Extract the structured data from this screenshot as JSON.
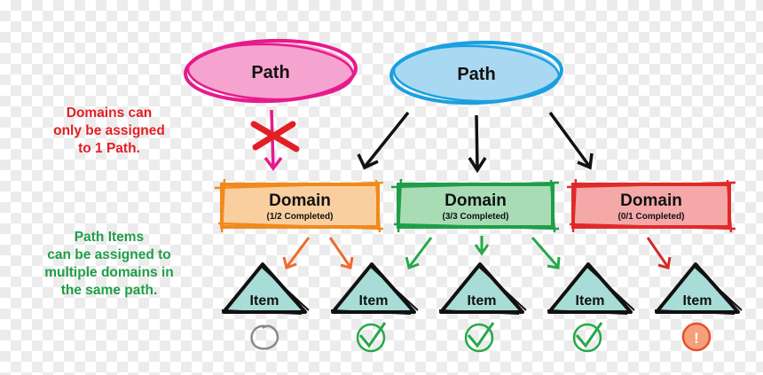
{
  "paths": [
    {
      "label": "Path",
      "color": "#e8198b",
      "fill": "#f5a3cf"
    },
    {
      "label": "Path",
      "color": "#1aa0e0",
      "fill": "#a9d9f2"
    }
  ],
  "domains": [
    {
      "title": "Domain",
      "subtitle": "(1/2 Completed)",
      "color": "#f08a1c",
      "fill": "#f9cfa0"
    },
    {
      "title": "Domain",
      "subtitle": "(3/3 Completed)",
      "color": "#1f9e49",
      "fill": "#a8dcb5"
    },
    {
      "title": "Domain",
      "subtitle": "(0/1 Completed)",
      "color": "#e02a2a",
      "fill": "#f4a8a8"
    }
  ],
  "items": [
    {
      "label": "Item",
      "status": "incomplete"
    },
    {
      "label": "Item",
      "status": "complete"
    },
    {
      "label": "Item",
      "status": "complete"
    },
    {
      "label": "Item",
      "status": "complete"
    },
    {
      "label": "Item",
      "status": "alert"
    }
  ],
  "item_fill": "#a8ddd7",
  "status_icons": {
    "incomplete": "empty-circle-icon",
    "complete": "checkmark-icon",
    "alert": "exclamation-icon"
  },
  "alert_symbol": "!",
  "notes": {
    "domains": {
      "lines": [
        "Domains can",
        "only be assigned",
        "to 1 Path."
      ],
      "color": "#e31e24"
    },
    "items": {
      "lines": [
        "Path Items",
        "can be assigned to",
        "multiple domains in",
        "the same path."
      ],
      "color": "#1f9e49"
    }
  }
}
